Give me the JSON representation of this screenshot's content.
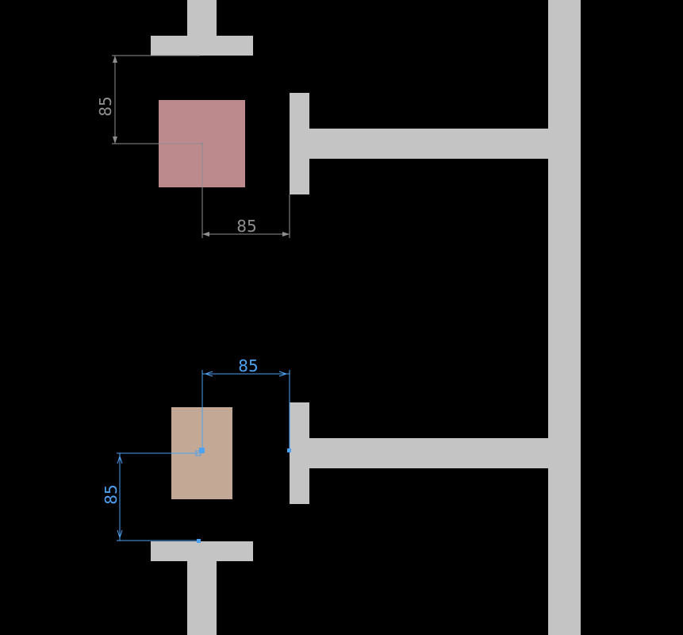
{
  "colors": {
    "background": "#000000",
    "wall": "#c4c4c4",
    "box_upper": "#bc8a8d",
    "box_lower": "#c2a895",
    "dimension_grey": "#8f8f8f",
    "dimension_blue": "#4ea2f4"
  },
  "dimensions": {
    "upper_vertical": "85",
    "upper_horizontal": "85",
    "lower_horizontal": "85",
    "lower_vertical": "85"
  }
}
